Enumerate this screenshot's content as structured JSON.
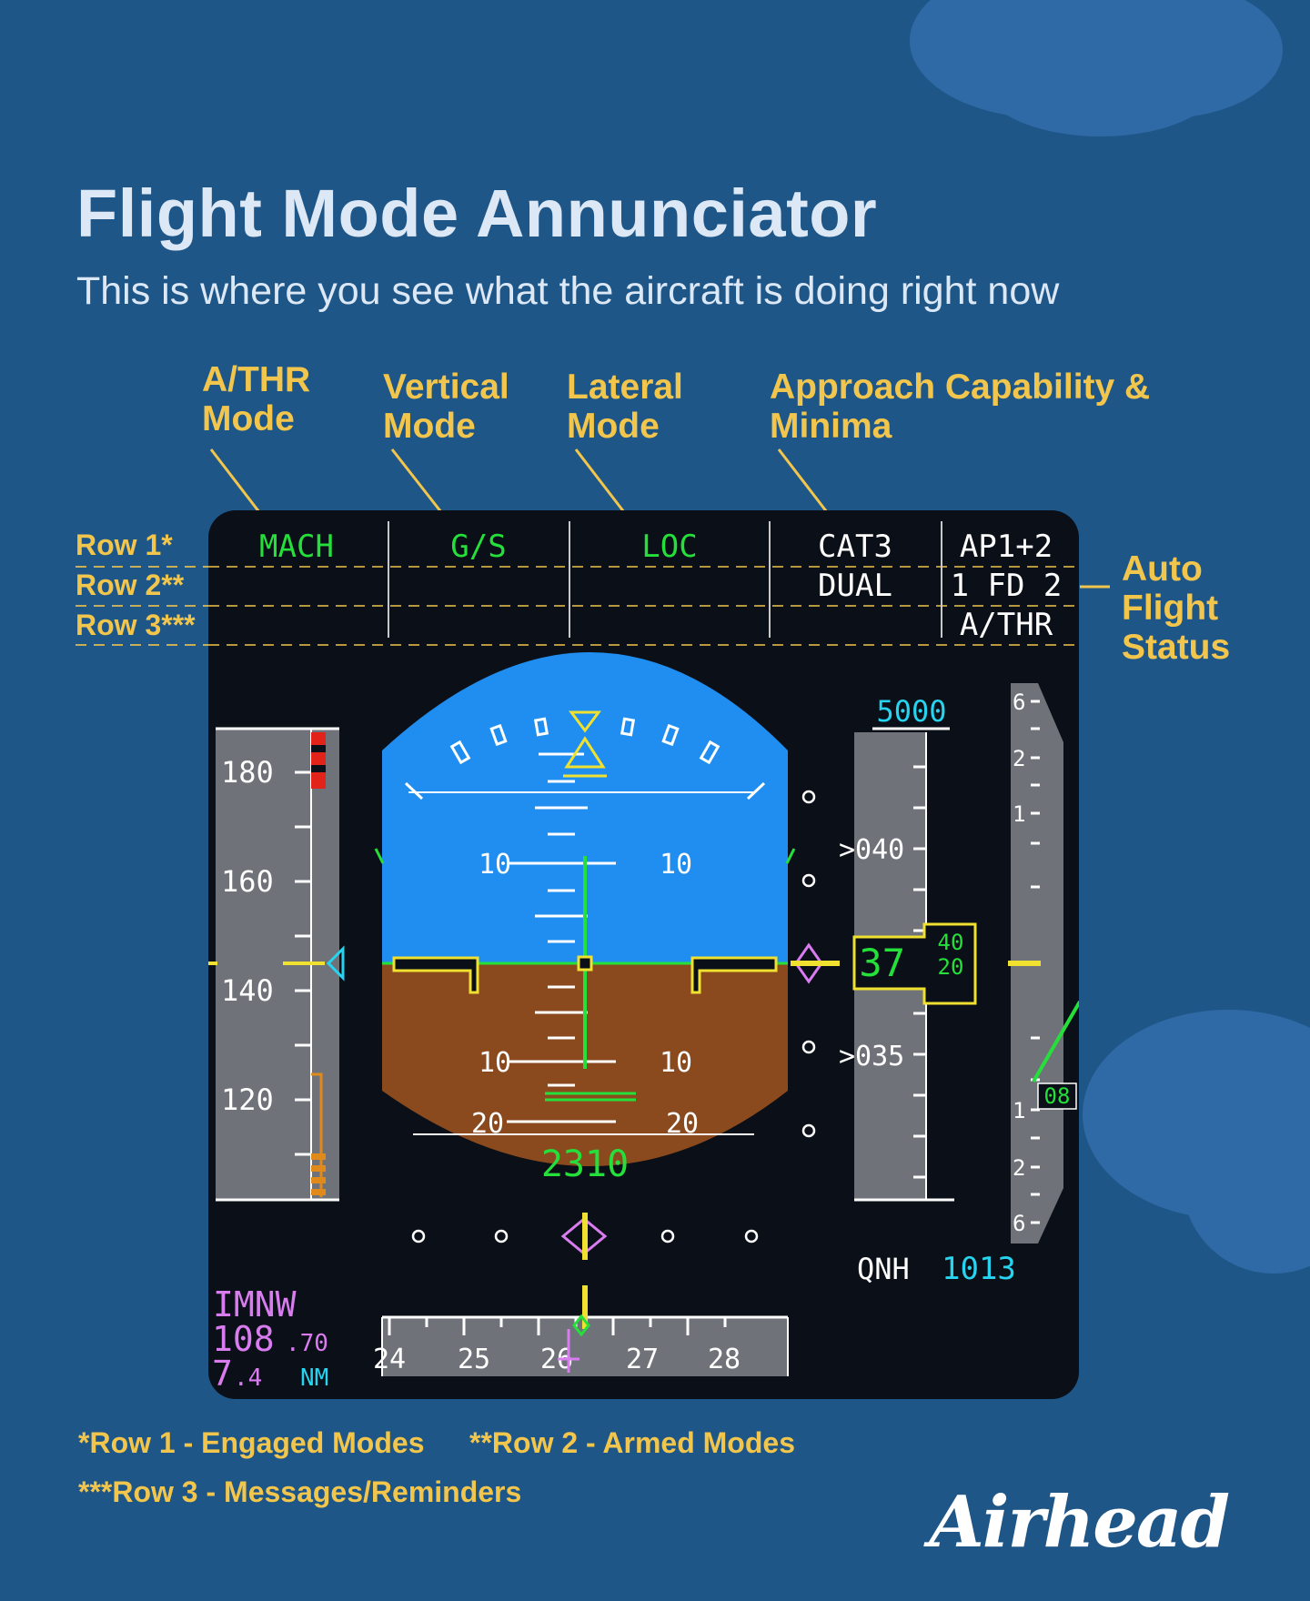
{
  "title": "Flight Mode Annunciator",
  "subtitle": "This is where you see what the aircraft is doing right now",
  "headers": {
    "athr": [
      "A/THR",
      "Mode"
    ],
    "vertical": [
      "Vertical",
      "Mode"
    ],
    "lateral": [
      "Lateral",
      "Mode"
    ],
    "approach": [
      "Approach Capability &",
      "Minima"
    ]
  },
  "row_labels": [
    "Row 1*",
    "Row 2**",
    "Row 3***"
  ],
  "auto_flight_status": [
    "Auto",
    "Flight",
    "Status"
  ],
  "fma": {
    "athr_mode": "MACH",
    "vertical_mode": "G/S",
    "lateral_mode": "LOC",
    "approach_cap": "CAT3",
    "approach_dual": "DUAL",
    "ap": "AP1+2",
    "fd": "1 FD 2",
    "athr": "A/THR"
  },
  "pfd": {
    "speed_ticks": [
      "180",
      "160",
      "140",
      "120"
    ],
    "pitch_labels": [
      "10",
      "10",
      "10",
      "10",
      "20",
      "20"
    ],
    "radio_altitude": "2310",
    "alt_target": "5000",
    "alt_marks": [
      ">040",
      ">035"
    ],
    "alt_current": "37",
    "alt_drum": [
      "40",
      "20"
    ],
    "vs_scale": [
      "6",
      "2",
      "1",
      "1",
      "2",
      "6"
    ],
    "vs_value": "08",
    "qnh_label": "QNH",
    "qnh_value": "1013",
    "ils_ident": "IMNW",
    "ils_freq_main": "108",
    "ils_freq_dec": ".70",
    "ils_dist_main": "7",
    "ils_dist_dec": ".4",
    "ils_dist_unit": "NM",
    "heading_ticks": [
      "24",
      "25",
      "26",
      "27",
      "28"
    ]
  },
  "footnotes": {
    "row1": "*Row 1 - Engaged Modes",
    "row2": "**Row 2 - Armed Modes",
    "row3": "***Row 3 - Messages/Reminders"
  },
  "brand": "Airhead",
  "colors": {
    "background": "#1f5688",
    "accent_yellow": "#f2c64c",
    "pfd_green": "#25e03a",
    "pfd_cyan": "#27d4f0",
    "pfd_magenta": "#d97cf0",
    "sky": "#1f8ef0",
    "ground": "#8a4a1e"
  }
}
